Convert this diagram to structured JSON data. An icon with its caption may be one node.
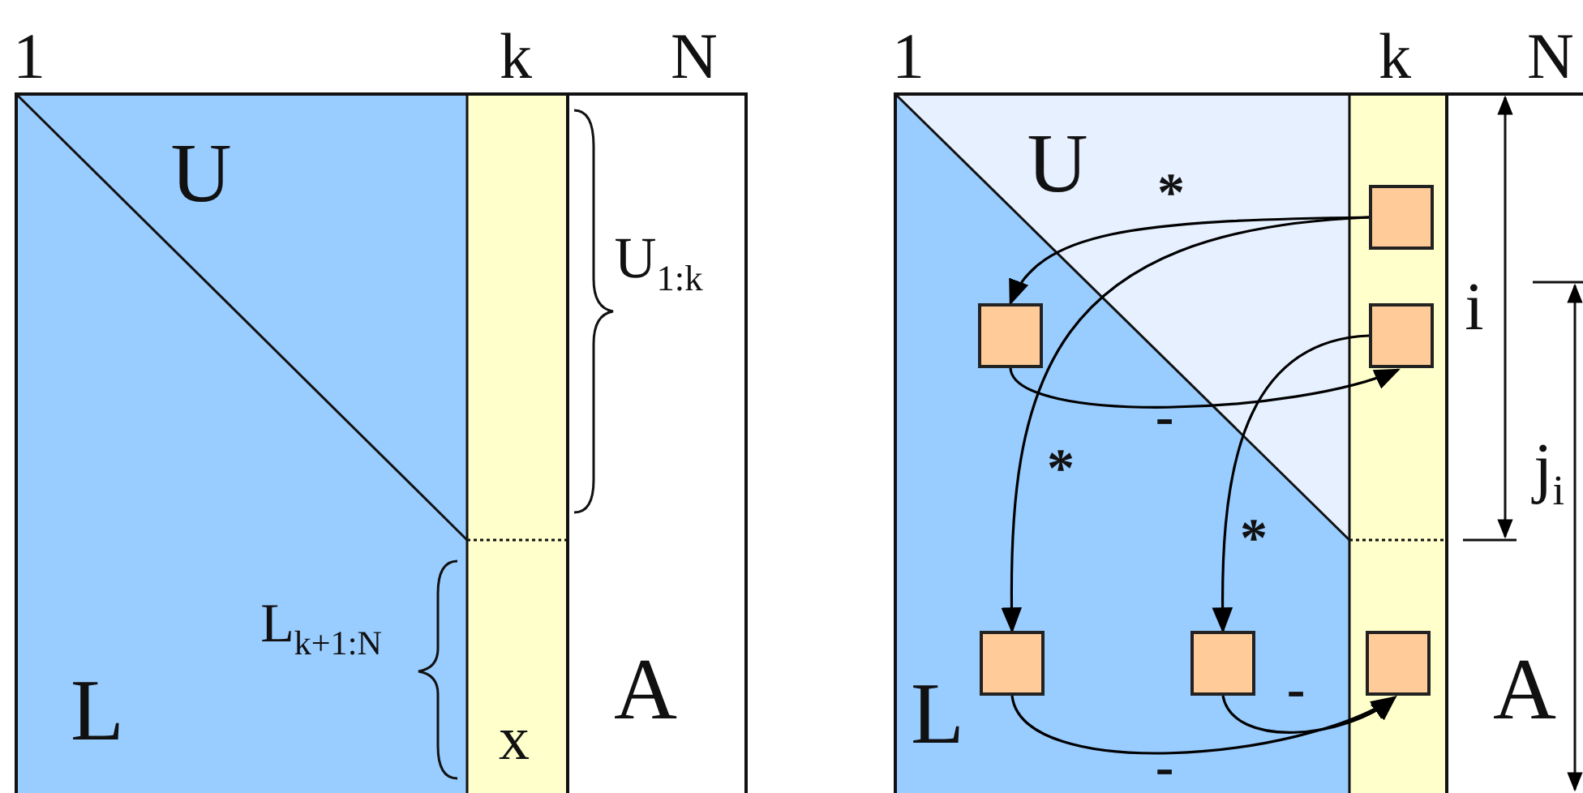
{
  "diagram": {
    "nodes": [
      {
        "text": [],
        "shape": "box"
      },
      {
        "text": [],
        "shape": "box"
      },
      {
        "text": [],
        "shape": "box"
      },
      {
        "text": [],
        "shape": "box"
      },
      {
        "text": [],
        "shape": "box"
      },
      {
        "text": [],
        "shape": "box"
      }
    ],
    "edges": [
      {
        "from": 0,
        "to": 1,
        "arrow": "to",
        "label": "*"
      },
      {
        "from": 0,
        "to": 3,
        "arrow": "to",
        "label": "*"
      },
      {
        "from": 1,
        "to": 2,
        "arrow": "to",
        "label": "-"
      },
      {
        "from": 2,
        "to": 4,
        "arrow": "to",
        "label": "*"
      },
      {
        "from": 3,
        "to": 5,
        "arrow": "to",
        "label": "-"
      },
      {
        "from": 4,
        "to": 5,
        "arrow": "to",
        "label": "-"
      }
    ],
    "labels": [
      "1",
      "k",
      "N",
      "1",
      "k",
      "N",
      "U",
      "U",
      "U$_{1:k}$",
      "i",
      "j$_{i}$",
      "L$_{k+1:N}$",
      "L",
      "x",
      "A",
      "L",
      "A"
    ]
  }
}
